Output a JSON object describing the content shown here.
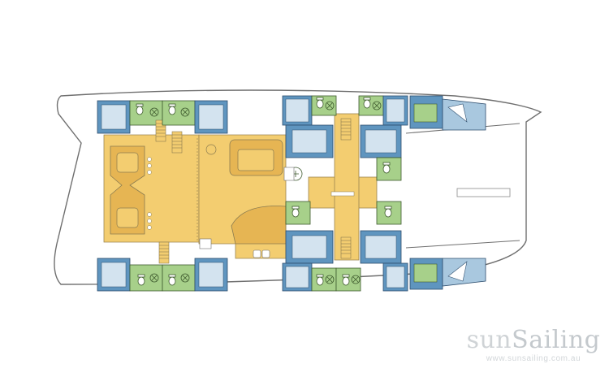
{
  "watermark": {
    "brand_part1": "sun",
    "brand_part2": "Sailing",
    "url": "www.sunsailing.com.au"
  },
  "colors": {
    "hull_outline": "#6f6f6f",
    "cabin_blue": "#5f95bf",
    "cabin_blue_light": "#a9c8df",
    "head_green": "#a7d08a",
    "salon_yellow": "#f3cd70",
    "salon_yellow_dark": "#e6b553",
    "bed_light": "#d3e3ef",
    "deck_grey": "#e3e6e8",
    "stripe_grey": "#cdd9e2"
  },
  "icons": [
    "toilet-icon",
    "shower-icon",
    "stairs-icon",
    "bed-icon",
    "helm-icon"
  ]
}
